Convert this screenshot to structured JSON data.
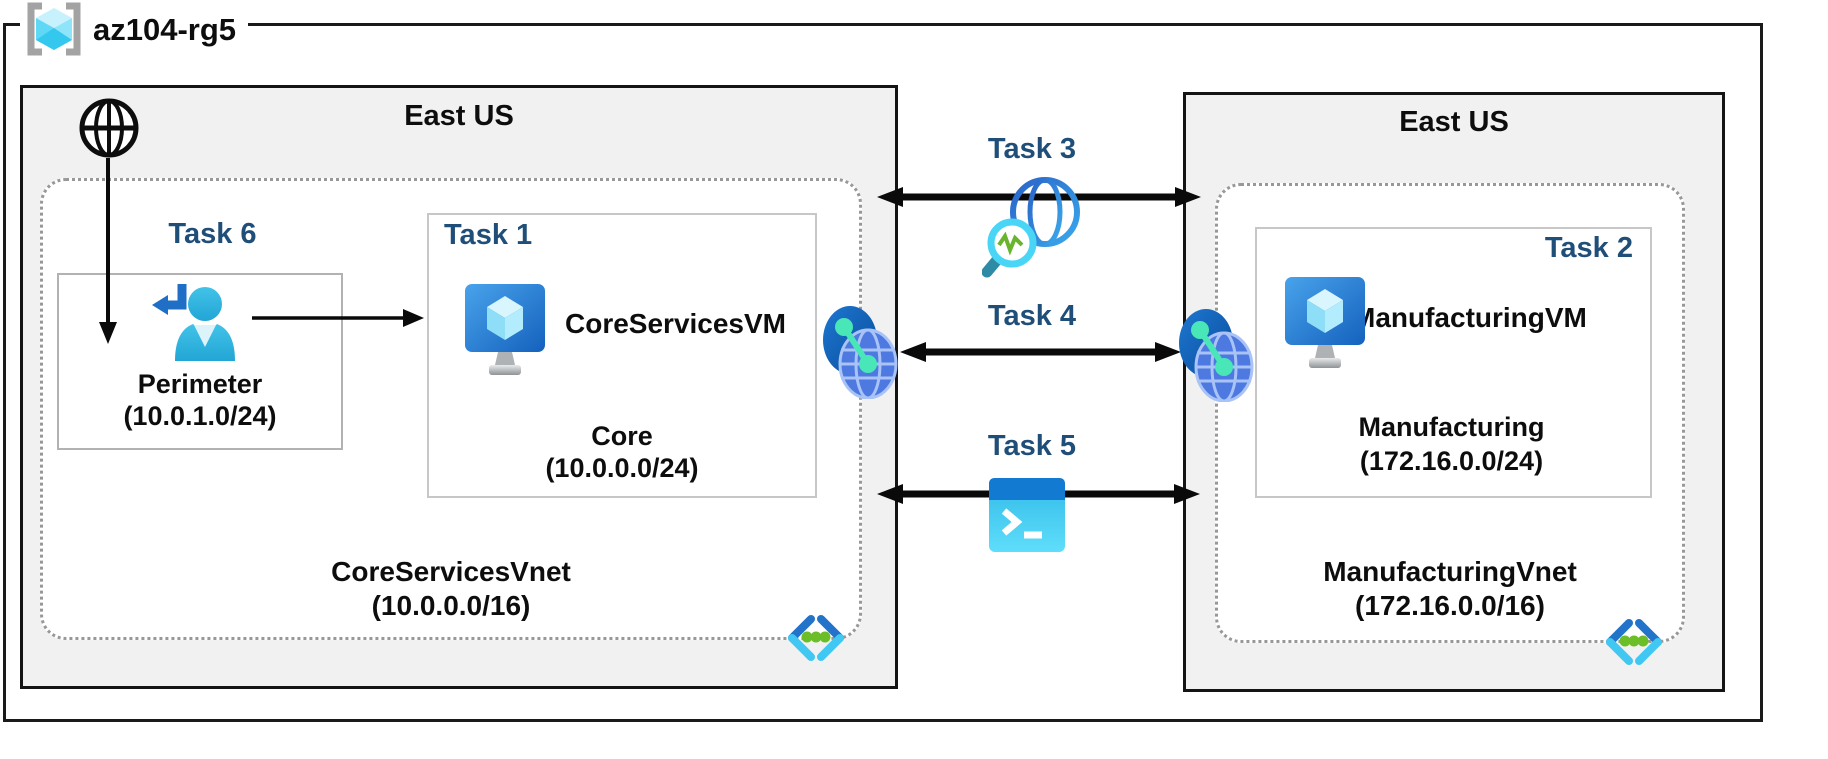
{
  "diagram": {
    "resource_group": "az104-rg5",
    "left_region": {
      "name": "East US",
      "vnet_name": "CoreServicesVnet",
      "vnet_cidr": "(10.0.0.0/16)",
      "perimeter": {
        "task": "Task 6",
        "name": "Perimeter",
        "cidr": "(10.0.1.0/24)"
      },
      "core": {
        "task": "Task 1",
        "vm": "CoreServicesVM",
        "subnet": "Core",
        "cidr": "(10.0.0.0/24)"
      }
    },
    "right_region": {
      "name": "East US",
      "vnet_name": "ManufacturingVnet",
      "vnet_cidr": "(172.16.0.0/16)",
      "manufacturing": {
        "task": "Task 2",
        "vm": "ManufacturingVM",
        "subnet": "Manufacturing",
        "cidr": "(172.16.0.0/24)"
      }
    },
    "connections": {
      "task3": "Task 3",
      "task4": "Task 4",
      "task5": "Task 5"
    },
    "icons": {
      "resource_group": "resource-group-icon",
      "internet": "internet-globe-icon",
      "user": "user-enter-icon",
      "vm": "virtual-machine-icon",
      "peering": "vnet-peering-icon",
      "vnet": "vnet-chevron-icon",
      "network_watcher": "network-watcher-icon",
      "cloud_shell": "cloud-shell-icon"
    },
    "colors": {
      "task_label": "#1f4e79",
      "region_fill": "#f1f1f1",
      "arrow": "#0a0a0a",
      "azure_blue": "#1665c0",
      "cyan": "#41c8f2",
      "mint": "#49e6b8",
      "green_dot": "#6cbe29"
    }
  }
}
